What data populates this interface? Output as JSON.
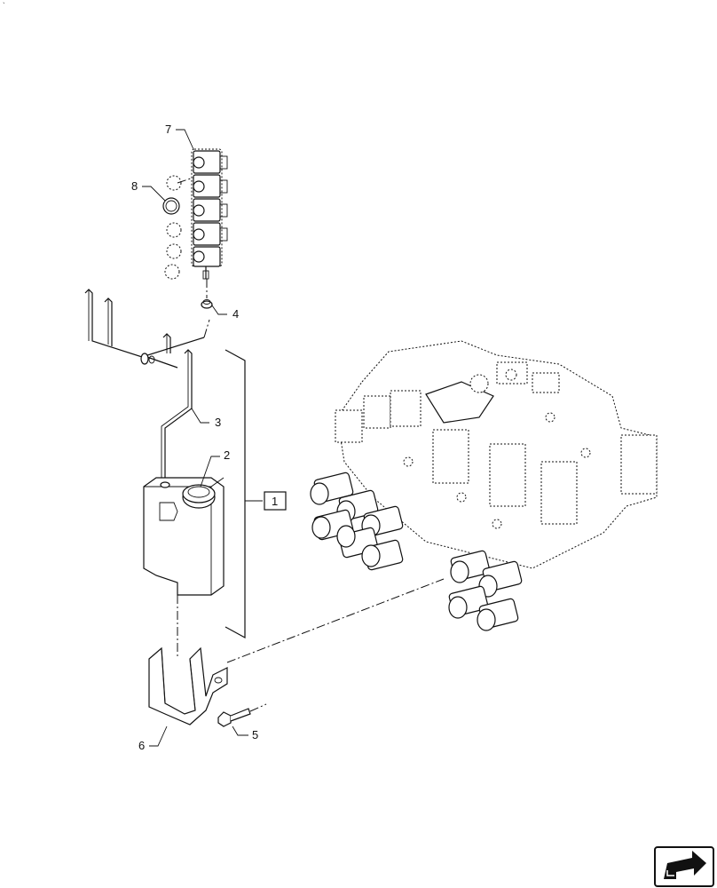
{
  "callouts": {
    "c1": "1",
    "c2": "2",
    "c3": "3",
    "c4": "4",
    "c5": "5",
    "c6": "6",
    "c7": "7",
    "c8": "8"
  },
  "icons": {
    "nav": "arrow-box-icon"
  }
}
